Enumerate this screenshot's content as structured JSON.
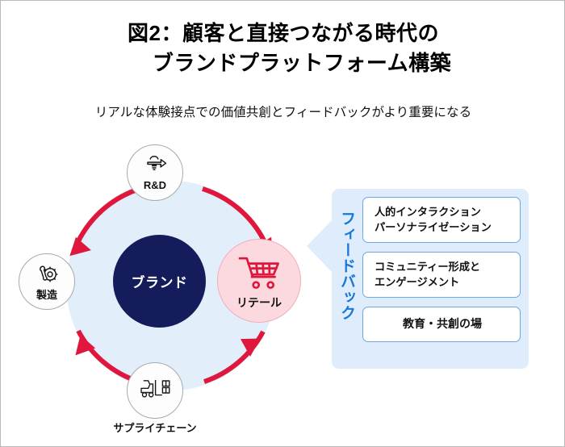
{
  "figure": {
    "title_lines": [
      "図2：顧客と直接つながる時代の",
      "ブランドプラットフォーム構築"
    ],
    "subtitle": "リアルな体験接点での価値共創とフィードバックがより重要になる",
    "center_label": "ブランド",
    "feedback_label": "フィードバック",
    "nodes": [
      {
        "id": "rd",
        "label": "R&D",
        "icon": "lightbulb-arrow-icon"
      },
      {
        "id": "mfg",
        "label": "製造",
        "icon": "gear-wrench-icon"
      },
      {
        "id": "sc",
        "label": "サプライチェーン",
        "icon": "forklift-icon"
      },
      {
        "id": "retail",
        "label": "リテール",
        "icon": "shopping-cart-icon"
      }
    ],
    "panel_boxes": [
      {
        "lines": [
          "人的インタラクション",
          "パーソナライゼーション"
        ]
      },
      {
        "lines": [
          "コミュニティー形成と",
          "エンゲージメント"
        ]
      },
      {
        "lines": [
          "教育・共創の場"
        ]
      }
    ],
    "colors": {
      "ring_fill": "#e3eefb",
      "cycle_arrow": "#e0173c",
      "brand_navy": "#141c5c",
      "retail_pink": "#fbd9df",
      "retail_icon": "#e0173c",
      "panel_bg": "#dfecfb",
      "panel_box_border": "#6fa8e0",
      "feedback_blue": "#1878d8",
      "frame_border": "#b8b8b8",
      "background": "#ffffff"
    },
    "cycle_direction": "clockwise"
  }
}
